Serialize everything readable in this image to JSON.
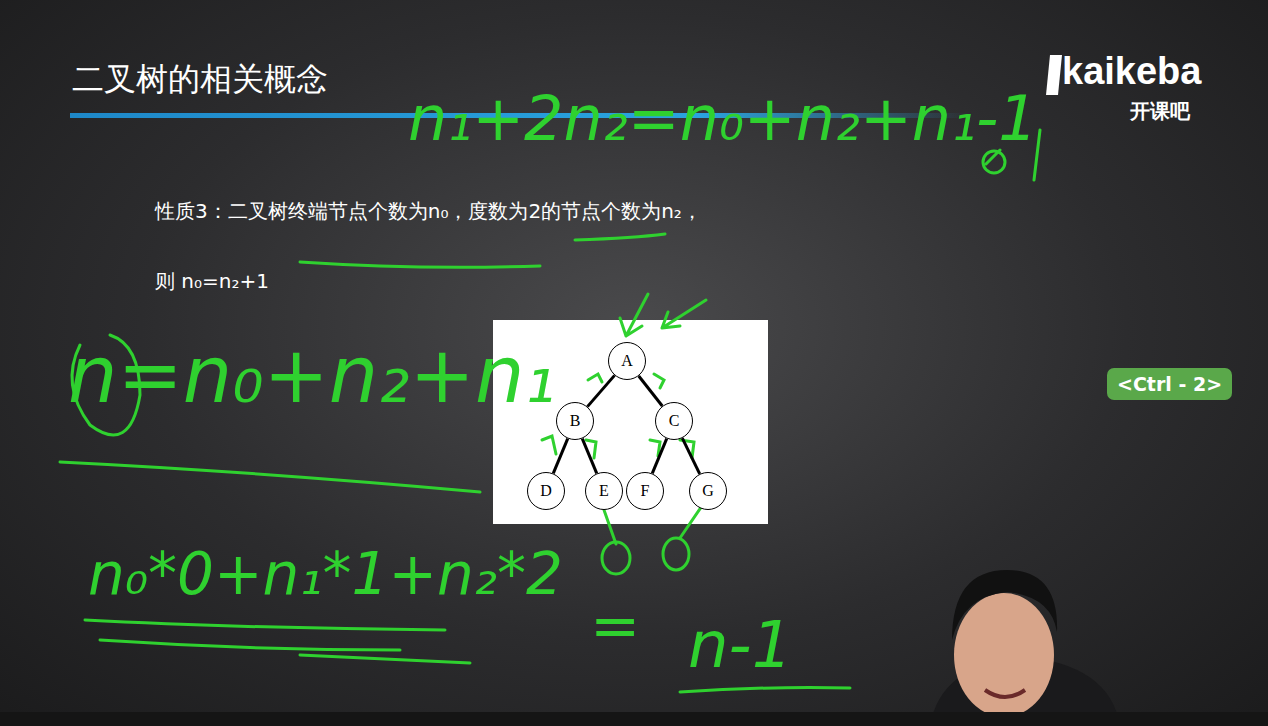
{
  "diagram": {
    "title": "二叉树的相关概念",
    "nodes": [
      {
        "text": [
          "A"
        ]
      },
      {
        "text": [
          "B"
        ]
      },
      {
        "text": [
          "C"
        ]
      },
      {
        "text": [
          "D"
        ]
      },
      {
        "text": [
          "E"
        ]
      },
      {
        "text": [
          "F"
        ]
      },
      {
        "text": [
          "G"
        ]
      }
    ],
    "edges": [
      {
        "from": 0,
        "to": 1,
        "arrow": "none"
      },
      {
        "from": 0,
        "to": 2,
        "arrow": "none"
      },
      {
        "from": 1,
        "to": 3,
        "arrow": "none"
      },
      {
        "from": 1,
        "to": 4,
        "arrow": "none"
      },
      {
        "from": 2,
        "to": 5,
        "arrow": "none"
      },
      {
        "from": 2,
        "to": 6,
        "arrow": "none"
      }
    ],
    "labels": [
      "kaikeba",
      "开课吧",
      "n₁+2n₂=n₀+n₂+n₁-1",
      "性质3：二叉树终端节点个数为n₀，度数为2的节点个数为n₂，",
      "则 n₀=n₂+1",
      "<Ctrl - 2>",
      "n=n₀+n₂+n₁",
      "n₀*0+n₁*1+n₂*2",
      "=",
      "n-1"
    ]
  }
}
